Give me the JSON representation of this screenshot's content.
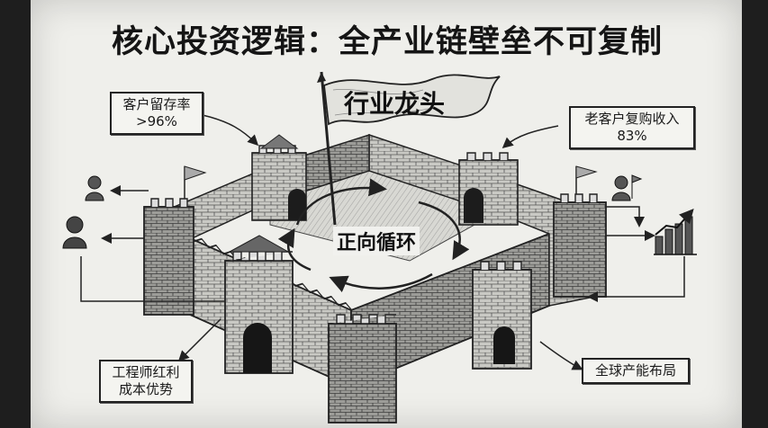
{
  "title": "核心投资逻辑：全产业链壁垒不可复制",
  "flag_text": "行业龙头",
  "cycle_label": "正向循环",
  "callouts": {
    "retention": {
      "line1": "客户留存率",
      "line2": ">96%"
    },
    "repurchase": {
      "line1": "老客户复购收入",
      "line2": "83%"
    },
    "engineer": {
      "line1": "工程师红利",
      "line2": "成本优势"
    },
    "global": {
      "line1": "全球产能布局"
    }
  },
  "icons": [
    "person-icon",
    "person-icon",
    "person-icon",
    "growth-chart-icon"
  ],
  "colors": {
    "ink": "#1a1a1a",
    "paper": "#efefeb",
    "background": "#1e1e1e"
  }
}
